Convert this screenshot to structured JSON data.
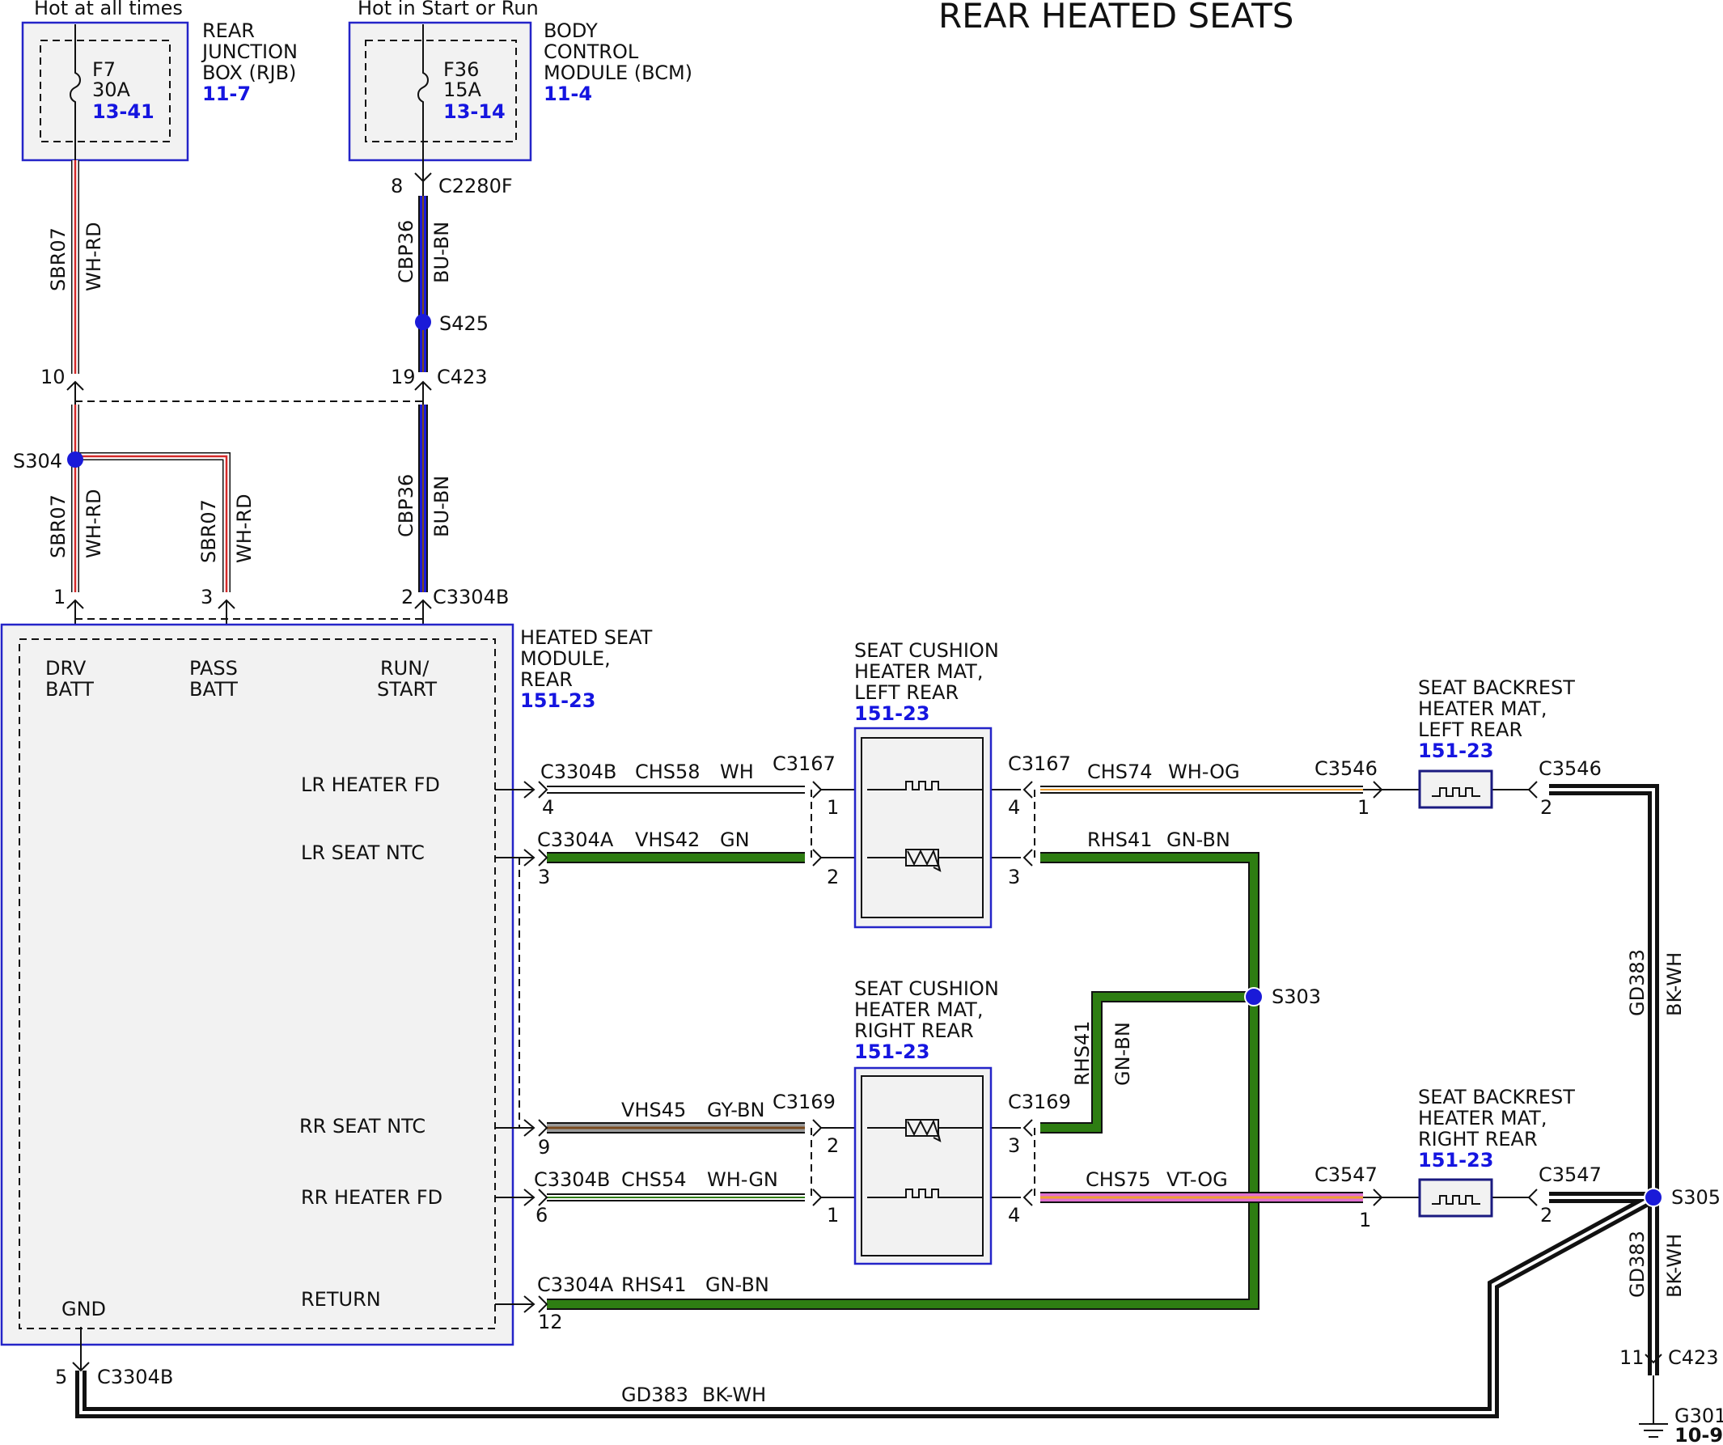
{
  "title": "REAR HEATED SEATS",
  "supplies": {
    "hot_all": "Hot at all times",
    "hot_run": "Hot in Start or Run"
  },
  "rjb": {
    "name": [
      "REAR",
      "JUNCTION",
      "BOX (RJB)"
    ],
    "ref": "11-7",
    "fuse": "F7",
    "amps": "30A",
    "fuse_ref": "13-41"
  },
  "bcm": {
    "name": [
      "BODY",
      "CONTROL",
      "MODULE (BCM)"
    ],
    "ref": "11-4",
    "fuse": "F36",
    "amps": "15A",
    "fuse_ref": "13-14"
  },
  "hsm": {
    "name": [
      "HEATED SEAT",
      "MODULE,",
      "REAR"
    ],
    "ref": "151-23",
    "pins": {
      "drv": [
        "DRV",
        "BATT"
      ],
      "pass": [
        "PASS",
        "BATT"
      ],
      "run": [
        "RUN/",
        "START"
      ],
      "lr_fd": "LR HEATER FD",
      "lr_ntc": "LR SEAT NTC",
      "rr_ntc": "RR SEAT NTC",
      "rr_fd": "RR HEATER FD",
      "ret": "RETURN",
      "gnd": "GND"
    }
  },
  "components": {
    "cush_l": {
      "name": [
        "SEAT CUSHION",
        "HEATER MAT,",
        "LEFT REAR"
      ],
      "ref": "151-23"
    },
    "cush_r": {
      "name": [
        "SEAT CUSHION",
        "HEATER MAT,",
        "RIGHT REAR"
      ],
      "ref": "151-23"
    },
    "back_l": {
      "name": [
        "SEAT BACKREST",
        "HEATER MAT,",
        "LEFT REAR"
      ],
      "ref": "151-23"
    },
    "back_r": {
      "name": [
        "SEAT BACKREST",
        "HEATER MAT,",
        "RIGHT REAR"
      ],
      "ref": "151-23"
    }
  },
  "connectors": {
    "c2280f": "C2280F",
    "c423": "C423",
    "c3304b": "C3304B",
    "c3304a": "C3304A",
    "c3167": "C3167",
    "c3169": "C3169",
    "c3546": "C3546",
    "c3547": "C3547",
    "g301": "G301",
    "g301_ref": "10-9"
  },
  "splices": {
    "s304": "S304",
    "s425": "S425",
    "s303": "S303",
    "s305": "S305"
  },
  "pins": {
    "p8": "8",
    "p10": "10",
    "p19": "19",
    "p1": "1",
    "p2": "2",
    "p3": "3",
    "p4": "4",
    "p5": "5",
    "p6": "6",
    "p9": "9",
    "p11": "11",
    "p12": "12"
  },
  "circuits": {
    "sbr07": "SBR07",
    "wh_rd": "WH-RD",
    "cbp36": "CBP36",
    "bu_bn": "BU-BN",
    "chs58": "CHS58",
    "wh": "WH",
    "vhs42": "VHS42",
    "gn": "GN",
    "chs74": "CHS74",
    "wh_og": "WH-OG",
    "rhs41": "RHS41",
    "gn_bn": "GN-BN",
    "vhs45": "VHS45",
    "gy_bn": "GY-BN",
    "chs54": "CHS54",
    "wh_gn": "WH-GN",
    "chs75": "CHS75",
    "vt_og": "VT-OG",
    "gd383": "GD383",
    "bk_wh": "BK-WH"
  },
  "wire_colors": {
    "white": "#ffffff",
    "red": "#d42a2a",
    "blue": "#1a1ad8",
    "brown": "#7a4a1e",
    "green": "#2e7d12",
    "orange": "#f0a030",
    "gray": "#9a9a9a",
    "violet": "#e070d0",
    "black": "#111111"
  }
}
